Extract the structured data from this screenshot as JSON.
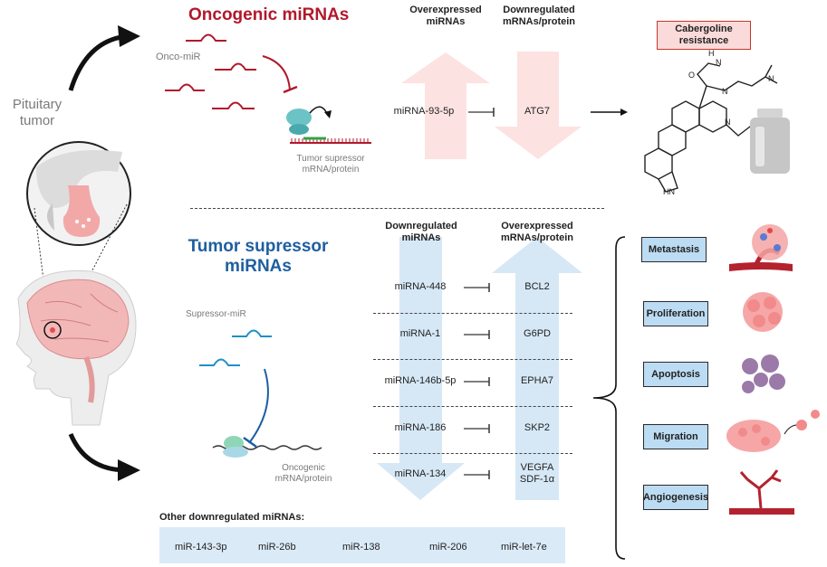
{
  "left": {
    "title_line1": "Pituitary",
    "title_line2": "tumor"
  },
  "oncogenic": {
    "title": "Oncogenic miRNAs",
    "onco_label": "Onco-miR",
    "target_label_line1": "Tumor supressor",
    "target_label_line2": "mRNA/protein",
    "col1_header_line1": "Overexpressed",
    "col1_header_line2": "miRNAs",
    "col2_header_line1": "Downregulated",
    "col2_header_line2": "mRNAs/protein",
    "mirna": "miRNA-93-5p",
    "target": "ATG7",
    "outcome": "Cabergoline resistance",
    "colors": {
      "accent": "#b0192b",
      "arrow_fill": "#fde2e2",
      "box_fill": "#fbdada"
    }
  },
  "suppressor": {
    "title_line1": "Tumor supressor",
    "title_line2": "miRNAs",
    "supp_label": "Supressor-miR",
    "target_label_line1": "Oncogenic",
    "target_label_line2": "mRNA/protein",
    "col1_header_line1": "Downregulated",
    "col1_header_line2": "miRNAs",
    "col2_header_line1": "Overexpressed",
    "col2_header_line2": "mRNAs/protein",
    "rows": [
      {
        "mirna": "miRNA-448",
        "target": "BCL2"
      },
      {
        "mirna": "miRNA-1",
        "target": "G6PD"
      },
      {
        "mirna": "miRNA-146b-5p",
        "target": "EPHA7"
      },
      {
        "mirna": "miRNA-186",
        "target": "SKP2"
      },
      {
        "mirna": "miRNA-134",
        "target_line1": "VEGFA",
        "target_line2": "SDF-1α"
      }
    ],
    "colors": {
      "accent": "#1e5fa0",
      "arrow_fill": "#d6e8f6",
      "box_fill": "#bcdcf3"
    }
  },
  "outcomes": [
    "Metastasis",
    "Proliferation",
    "Apoptosis",
    "Migration",
    "Angiogenesis"
  ],
  "other": {
    "title": "Other downregulated miRNAs:",
    "items": [
      "miR-143-3p",
      "miR-26b",
      "miR-138",
      "miR-206",
      "miR-let-7e"
    ]
  }
}
